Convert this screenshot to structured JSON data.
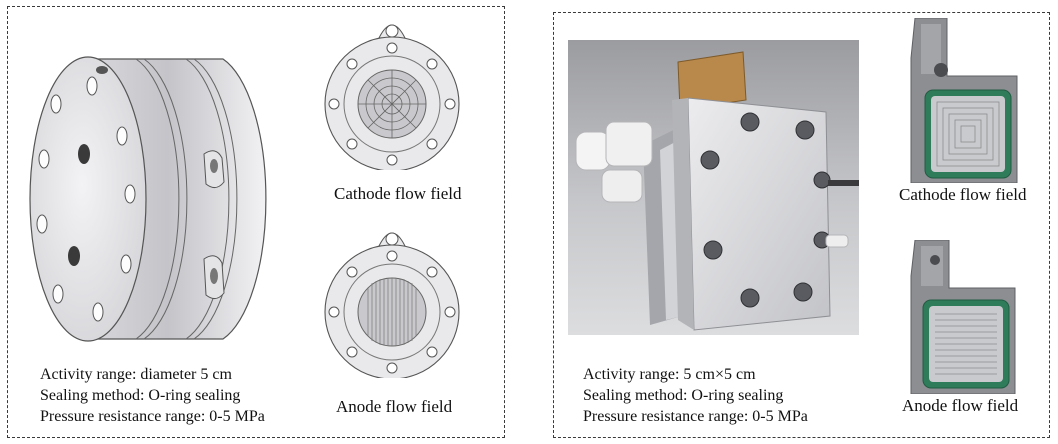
{
  "left_panel": {
    "cathode_caption": "Cathode flow field",
    "anode_caption": "Anode flow field",
    "specs": [
      "Activity range: diameter 5 cm",
      "Sealing method: O-ring sealing",
      "Pressure resistance range: 0-5 MPa"
    ]
  },
  "right_panel": {
    "cathode_caption": "Cathode flow field",
    "anode_caption": "Anode flow field",
    "specs": [
      "Activity range: 5 cm×5 cm",
      "Sealing method: O-ring sealing",
      "Pressure resistance range: 0-5 MPa"
    ]
  },
  "colors": {
    "panel_border": "#3a3a3a",
    "metal_light": "#e6e6e8",
    "metal_dark": "#9a9aa0",
    "seal_green": "#3f8f6a"
  }
}
